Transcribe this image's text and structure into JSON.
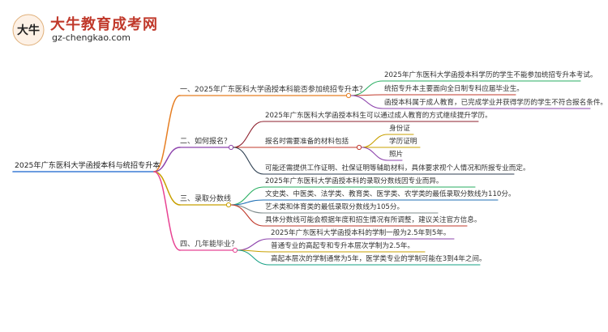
{
  "logo": {
    "title": "大牛教育成考网",
    "url": "gz-chengkao.com",
    "mark_text": "大牛"
  },
  "root": {
    "label": "2025年广东医科大学函授本科与统招专升本"
  },
  "branches": [
    {
      "label": "一、2025年广东医科大学函授本科能否参加统招专升本？",
      "color": "#e67e22",
      "children": [
        {
          "text": "2025年广东医科大学函授本科学历的学生不能参加统招专升本考试。",
          "color": "#27ae60"
        },
        {
          "text": "统招专升本主要面向全日制专科应届毕业生。",
          "color": "#c0392b"
        },
        {
          "text": "函授本科属于成人教育，已完成学业并获得学历的学生不符合报名条件。",
          "color": "#8e44ad"
        }
      ]
    },
    {
      "label": "二、如何报名？",
      "color": "#8e44ad",
      "children": [
        {
          "text": "2025年广东医科大学函授本科生可以通过成人教育的方式继续提升学历。",
          "color": "#8e1f2c"
        },
        {
          "text": "报名时需要准备的材料包括",
          "color": "#c0392b",
          "children": [
            {
              "text": "身份证",
              "color": "#c8a000"
            },
            {
              "text": "学历证明",
              "color": "#c8a000"
            },
            {
              "text": "照片",
              "color": "#8e44ad"
            }
          ]
        },
        {
          "text": "可能还需提供工作证明、社保证明等辅助材料，具体要求视个人情况和所报专业而定。",
          "color": "#2c3e50"
        }
      ]
    },
    {
      "label": "三、录取分数线",
      "color": "#c8a000",
      "children": [
        {
          "text": "2025年广东医科大学函授本科的录取分数线因专业而异。",
          "color": "#27ae60"
        },
        {
          "text": "文史类、中医类、法学类、教育类、医学类、农学类的最低录取分数线为110分。",
          "color": "#1f6fb5"
        },
        {
          "text": "艺术类和体育类的最低录取分数线为105分。",
          "color": "#7f8c8d"
        },
        {
          "text": "具体分数线可能会根据年度和招生情况有所调整，建议关注官方信息。",
          "color": "#c0392b"
        }
      ]
    },
    {
      "label": "四、几年能毕业？",
      "color": "#e84393",
      "children": [
        {
          "text": "2025年广东医科大学函授本科的学制一般为2.5年到5年。",
          "color": "#8e44ad"
        },
        {
          "text": "普通专业的高起专和专升本层次学制为2.5年。",
          "color": "#c8a000"
        },
        {
          "text": "高起本层次的学制通常为5年，医学类专业的学制可能在3到4年之间。",
          "color": "#16a085"
        }
      ]
    }
  ]
}
